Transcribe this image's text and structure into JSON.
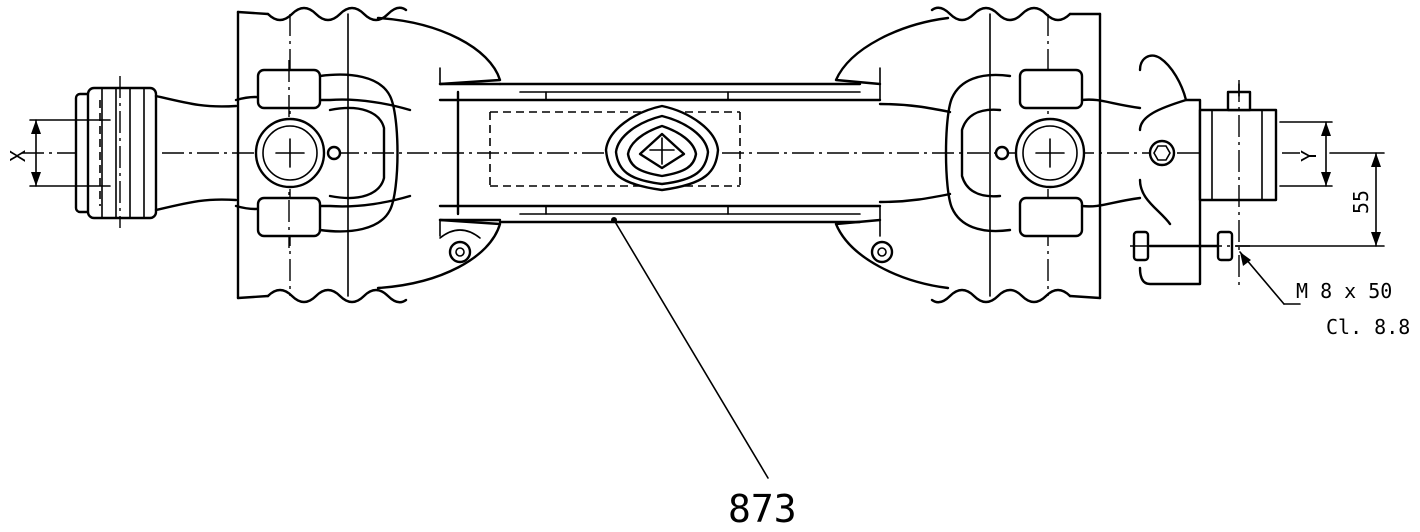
{
  "drawing": {
    "part_number": "873",
    "dimension_x": "X",
    "dimension_y": "Y",
    "dimension_offset": "55",
    "bolt_spec_line1": "M 8 x 50",
    "bolt_spec_line2": "Cl. 8.8"
  }
}
